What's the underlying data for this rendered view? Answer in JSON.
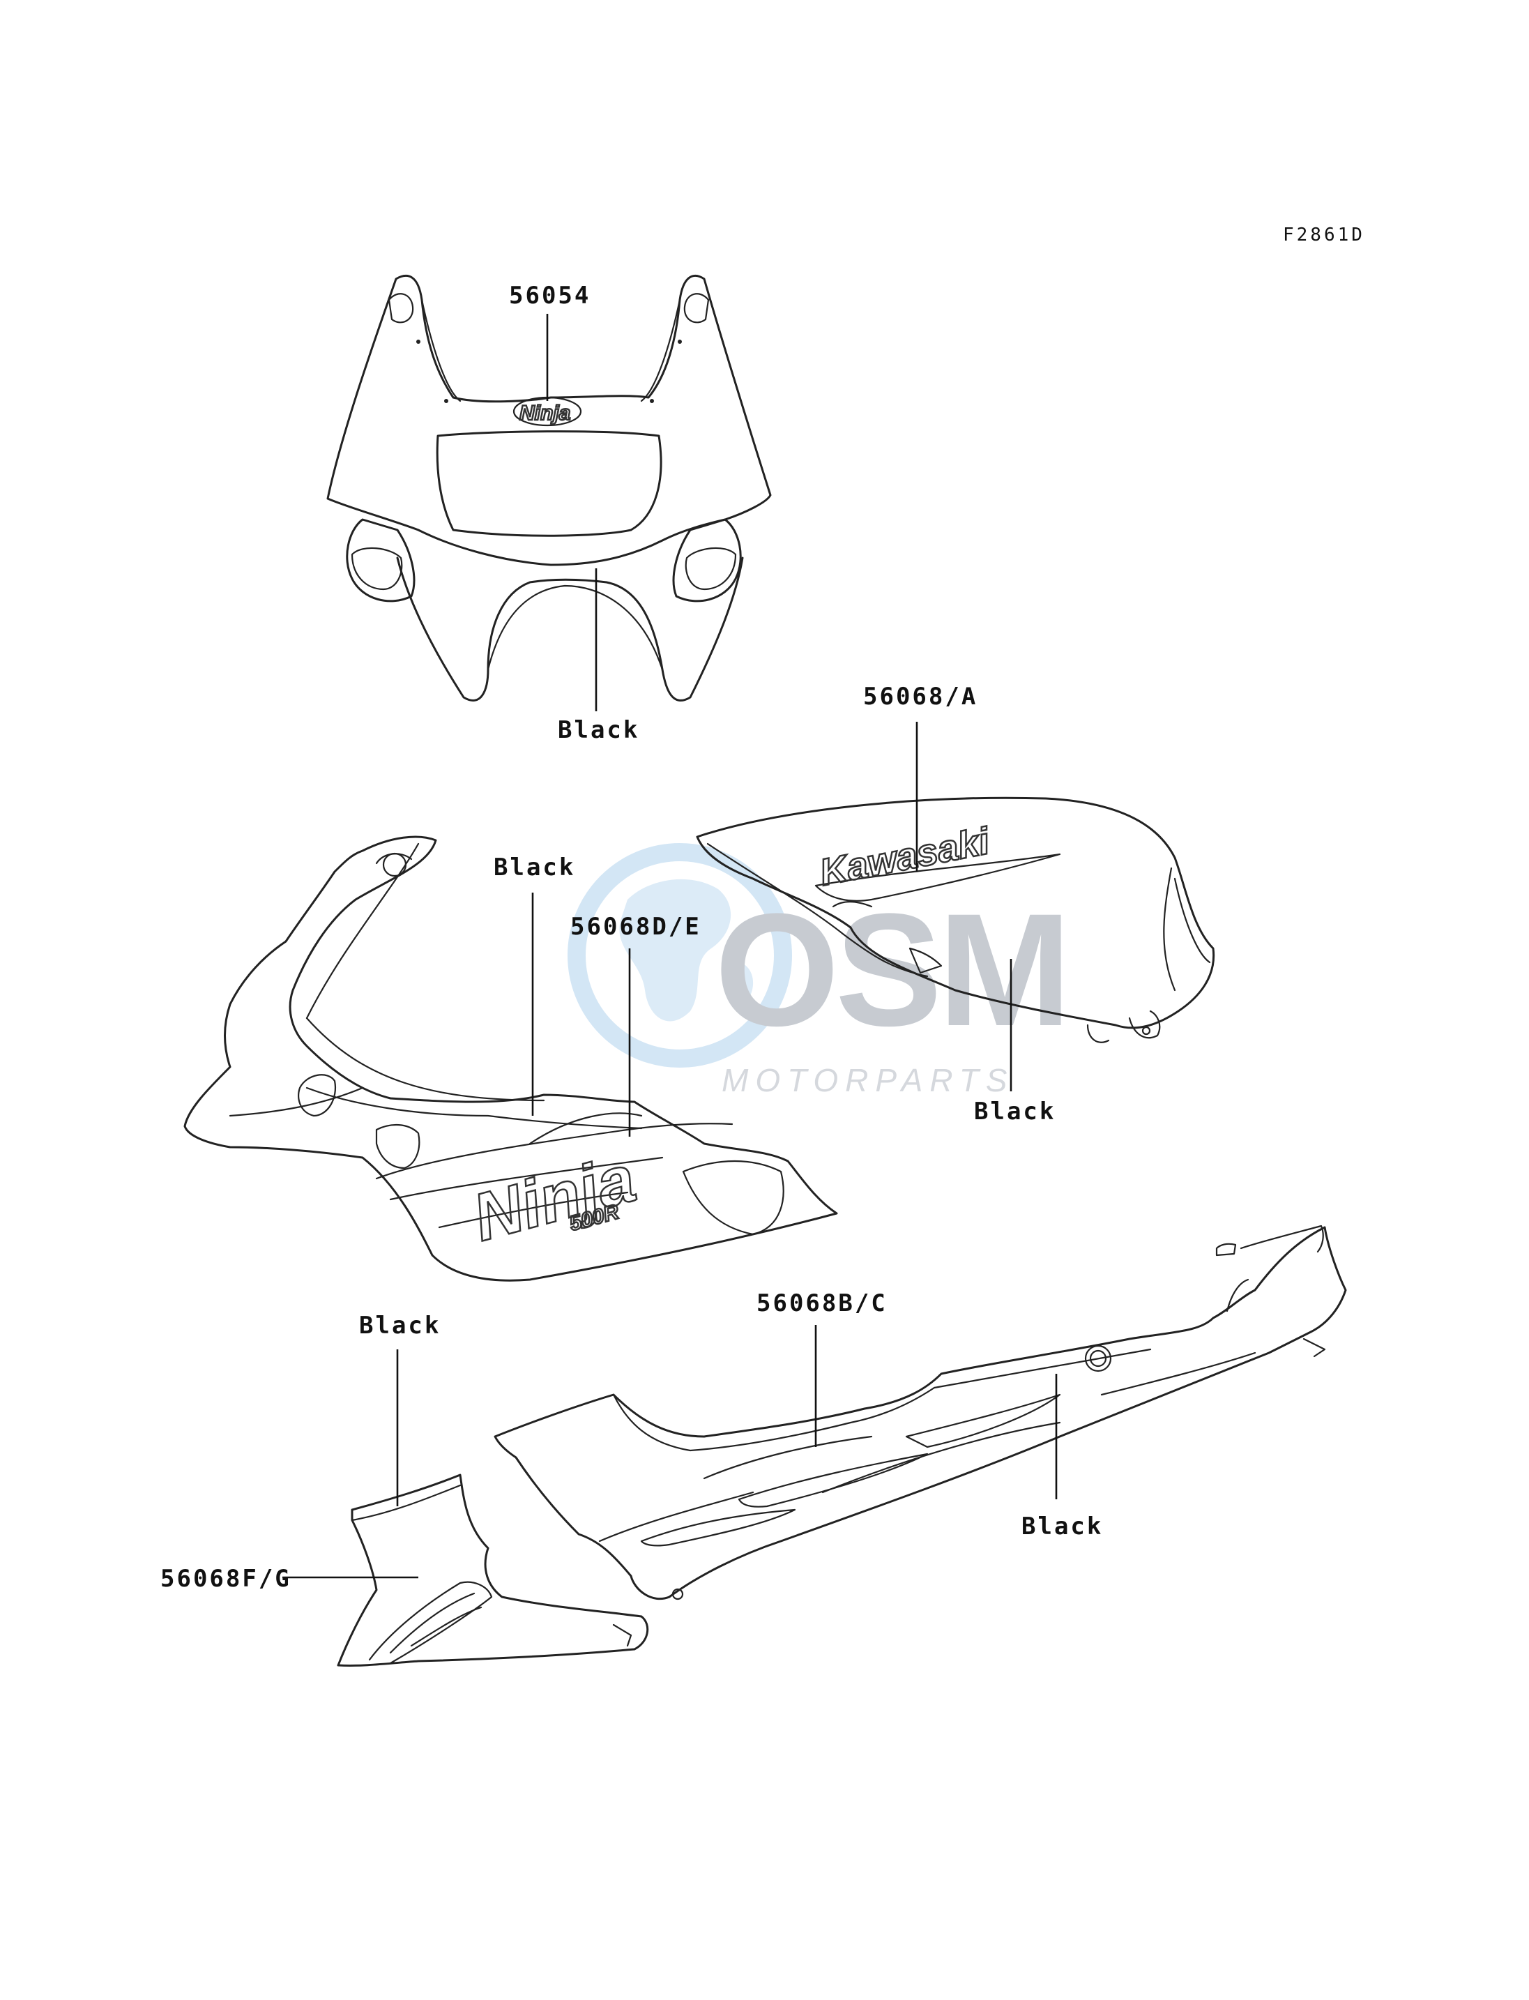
{
  "diagram_code": "F2861D",
  "labels": {
    "upper_cowl_part": "56054",
    "upper_cowl_color": "Black",
    "tank_part": "56068/A",
    "tank_color": "Black",
    "side_fairing_color": "Black",
    "side_fairing_part": "56068D/E",
    "tail_part": "56068B/C",
    "tail_color": "Black",
    "lower_color": "Black",
    "lower_part": "56068F/G"
  },
  "decals": {
    "cowl_emblem": "Ninja",
    "tank_logo": "Kawasaki",
    "fairing_logo": "Ninja",
    "fairing_model": "500R"
  },
  "watermark": {
    "brand": "OSM",
    "sub": "MOTORPARTS"
  },
  "colors": {
    "line": "#222222",
    "watermark_blue": "#d3e6f5",
    "watermark_gray": "#c7cbd1"
  }
}
